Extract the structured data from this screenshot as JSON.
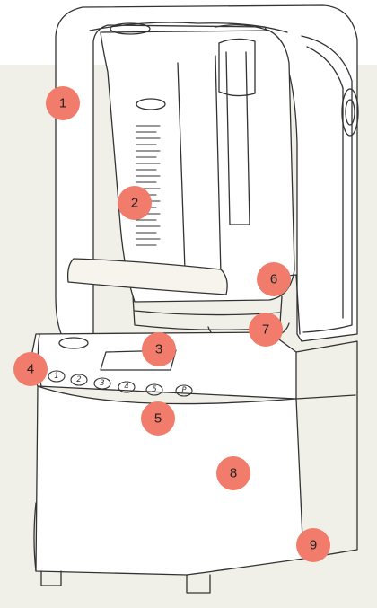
{
  "colors": {
    "backdrop": "#f1f0e8",
    "marker": "#f27c6b",
    "outline": "#333333",
    "handle_fill": "#f7f4ee"
  },
  "markers": [
    {
      "label": "1",
      "part": "lid"
    },
    {
      "label": "2",
      "part": "jar"
    },
    {
      "label": "3",
      "part": "display"
    },
    {
      "label": "4",
      "part": "power-button"
    },
    {
      "label": "5",
      "part": "program-buttons"
    },
    {
      "label": "6",
      "part": "jar-base"
    },
    {
      "label": "7",
      "part": "drive-coupling"
    },
    {
      "label": "8",
      "part": "motor-base"
    },
    {
      "label": "9",
      "part": "side-panel"
    }
  ],
  "control_panel": {
    "buttons": [
      "1",
      "2",
      "3",
      "4",
      "5",
      "P"
    ]
  }
}
